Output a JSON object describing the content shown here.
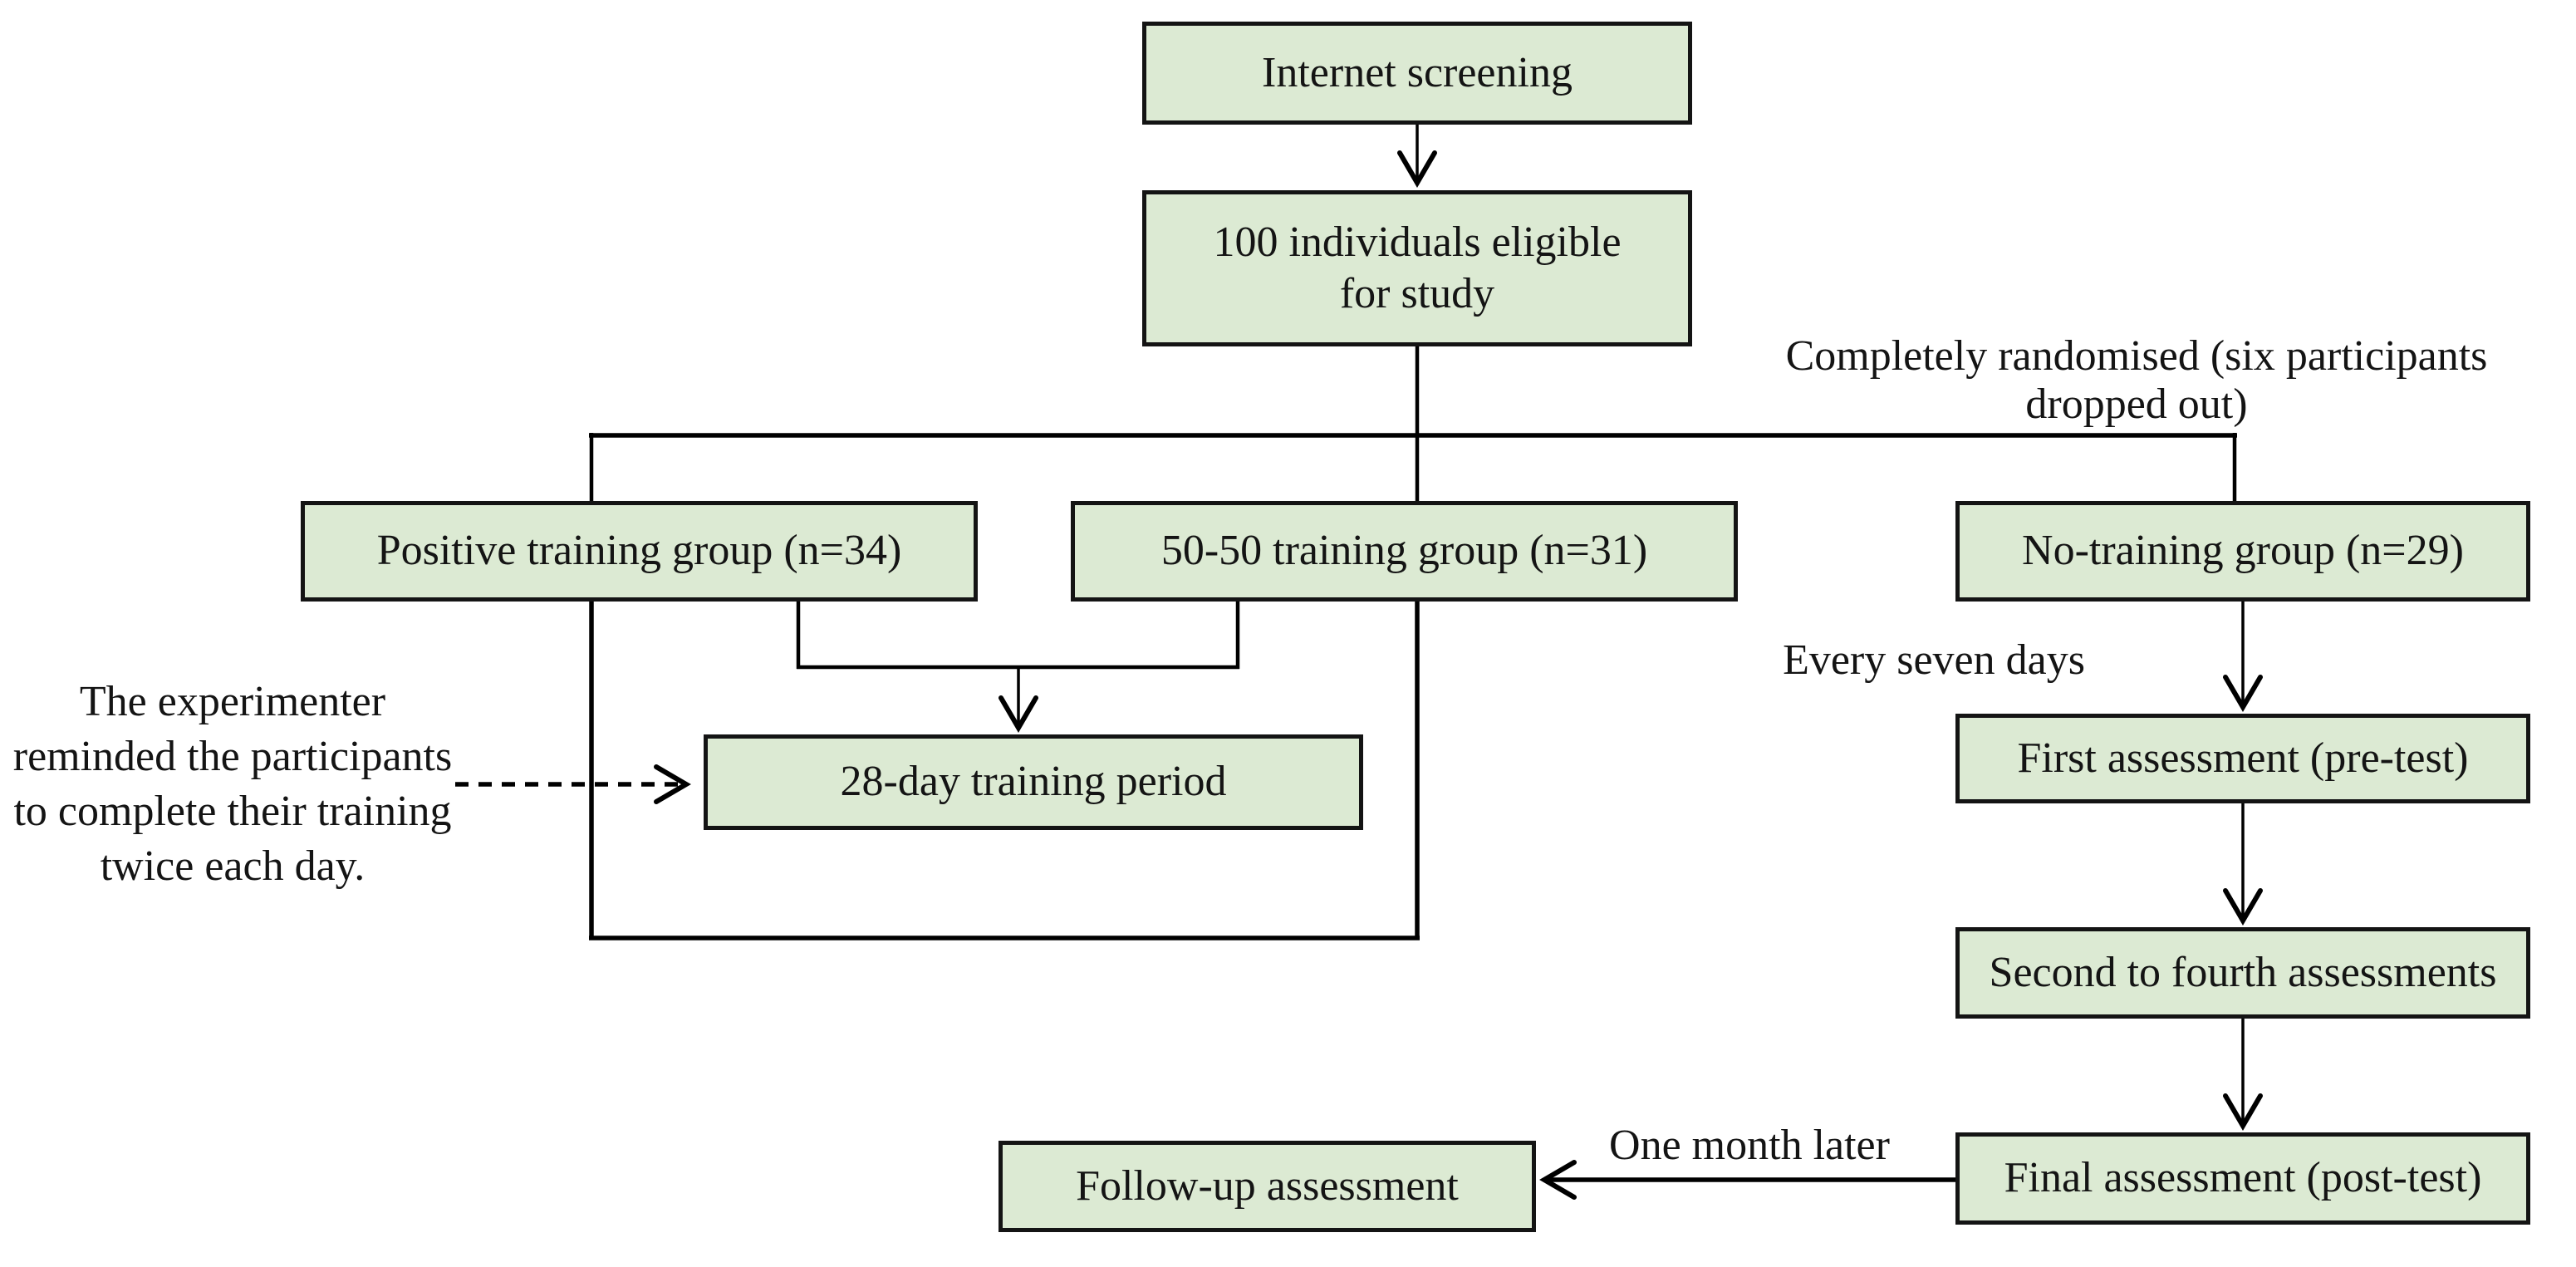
{
  "colors": {
    "background": "#ffffff",
    "box_fill": "#dcead3",
    "box_border": "#141414",
    "line": "#000000",
    "text": "#141414"
  },
  "nodes": {
    "internet_screening": "Internet screening",
    "eligible_individuals": "100 individuals eligible for study",
    "positive_group": "Positive training group (n=34)",
    "fifty_fifty_group": "50-50 training group (n=31)",
    "no_training_group": "No-training group (n=29)",
    "training_period": "28-day training period",
    "first_assessment": "First assessment (pre-test)",
    "second_to_fourth": "Second to fourth assessments",
    "final_assessment": "Final assessment (post-test)",
    "follow_up": "Follow-up assessment"
  },
  "annotations": {
    "randomised_lines": [
      "Completely randomised (six participants",
      "dropped out)"
    ],
    "experimenter_note_lines": [
      "The experimenter",
      "reminded the participants",
      "to complete their training",
      "twice each day."
    ],
    "every_seven_days": "Every seven days",
    "one_month_later": "One month later"
  }
}
